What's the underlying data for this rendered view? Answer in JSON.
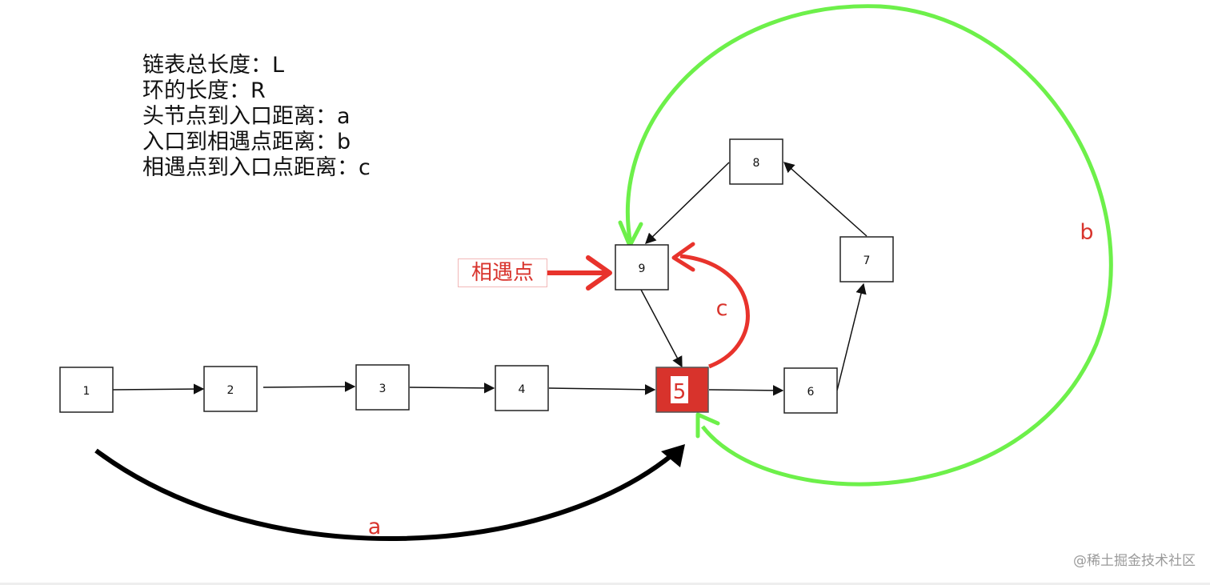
{
  "legend": {
    "lines": [
      "链表总长度：L",
      "环的长度：R",
      "头节点到入口距离：a",
      "入口到相遇点距离：b",
      "相遇点到入口点距离：c"
    ]
  },
  "nodes": [
    "1",
    "2",
    "3",
    "4",
    "5",
    "6",
    "7",
    "8",
    "9"
  ],
  "meeting_point_label": "相遇点",
  "distance_labels": {
    "a": "a",
    "b": "b",
    "c": "c"
  },
  "watermark": "@稀土掘金技术社区",
  "colors": {
    "entrance": "#d8332c",
    "arc_a": "#000000",
    "arc_b": "#6df04a",
    "arc_c": "#e8332c",
    "label_red": "#d8332c"
  }
}
